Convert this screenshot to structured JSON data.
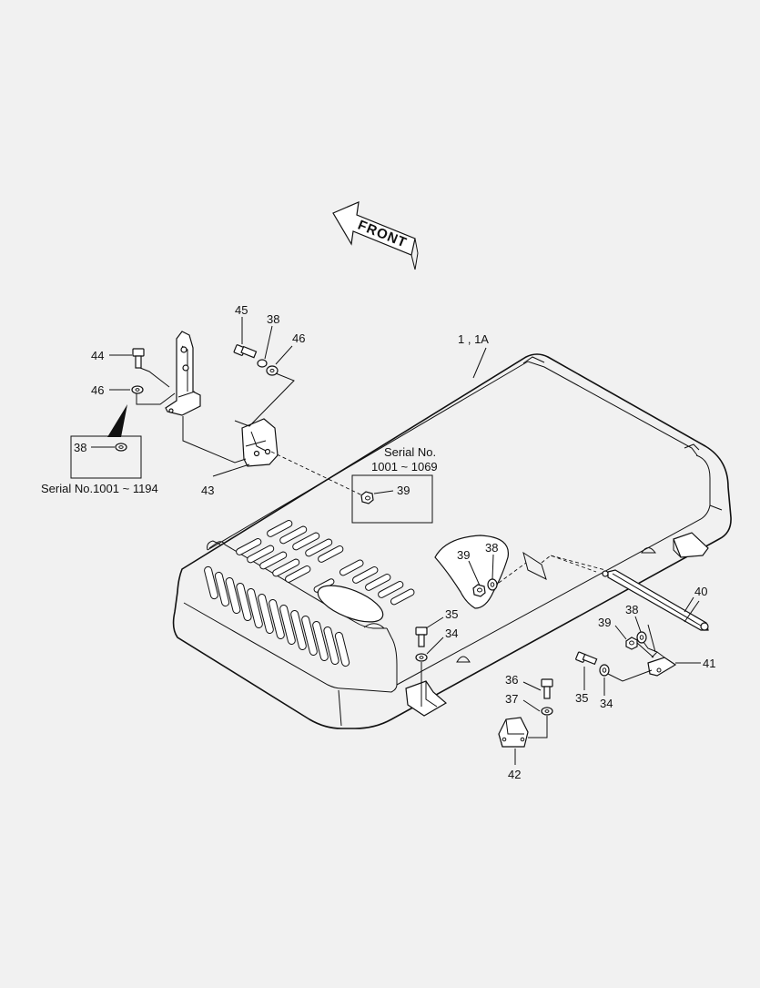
{
  "diagram": {
    "direction_label": "FRONT",
    "callouts": {
      "assembly": "1 , 1A",
      "p34a": "34",
      "p34b": "34",
      "p35a": "35",
      "p35b": "35",
      "p36": "36",
      "p37": "37",
      "p38_box": "38",
      "p38_top": "38",
      "p38_mid": "38",
      "p38_right": "38",
      "p39_box": "39",
      "p39_mid": "39",
      "p39_right": "39",
      "p40": "40",
      "p41": "41",
      "p42": "42",
      "p43": "43",
      "p44": "44",
      "p45": "45",
      "p46a": "46",
      "p46b": "46"
    },
    "notes": {
      "serial_left": "Serial No.1001 ~ 1194",
      "serial_box_line1": "Serial No.",
      "serial_box_line2": "1001 ~ 1069"
    }
  }
}
